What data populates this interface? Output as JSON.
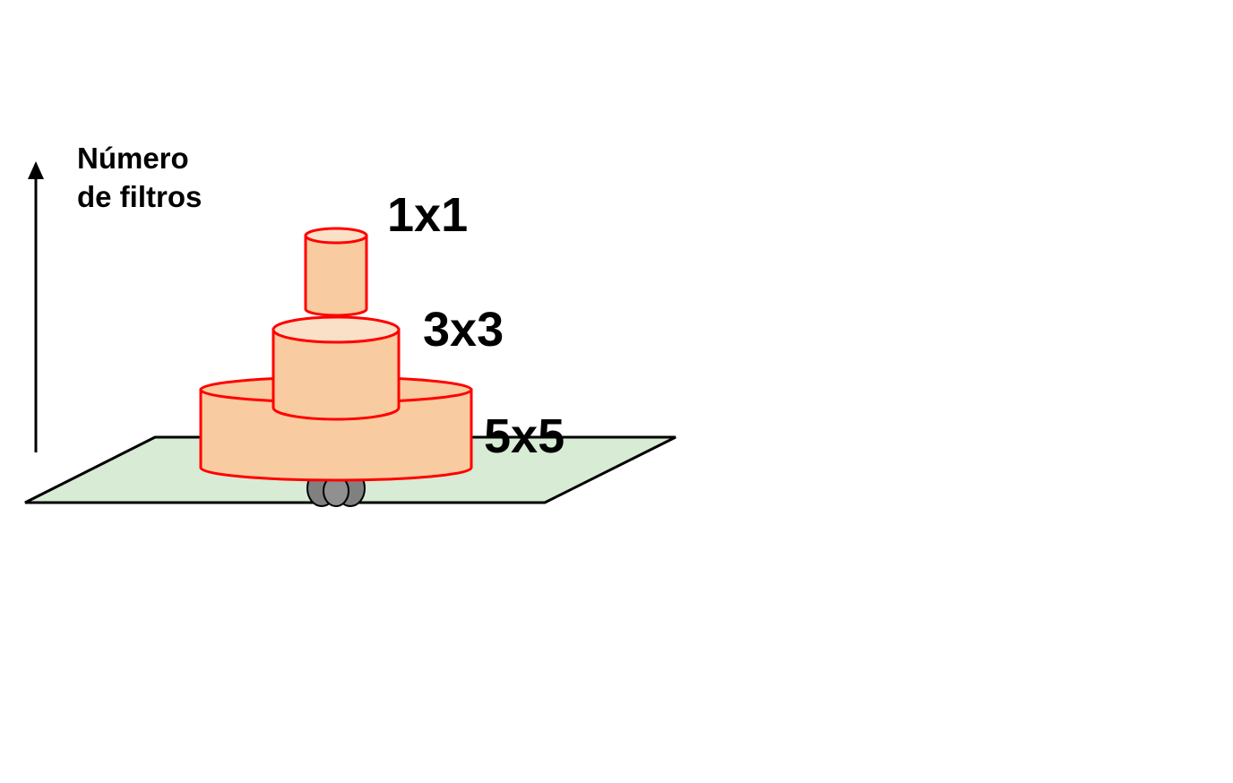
{
  "axis": {
    "label_line1": "Número",
    "label_line2": "de filtros"
  },
  "filters": [
    {
      "label": "1x1"
    },
    {
      "label": "3x3"
    },
    {
      "label": "5x5"
    }
  ],
  "colors": {
    "cylinder_fill": "#F8CBA0",
    "cylinder_top": "#FBE0C8",
    "cylinder_stroke": "#FF0000",
    "plane_fill": "#D8EBD4",
    "plane_stroke": "#000000",
    "node_fill": "#808080"
  }
}
